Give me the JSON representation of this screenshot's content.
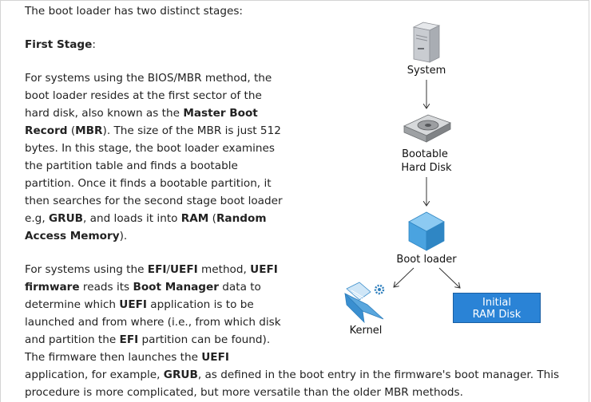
{
  "intro": "The boot loader has two distinct stages:",
  "first_stage": {
    "title": "First Stage",
    "colon": ":"
  },
  "para1": {
    "l1": "For systems using the BIOS/MBR method, the",
    "l2": "boot loader resides at the first sector of the",
    "l3a": "hard disk, also known as the ",
    "l3b": "Master Boot",
    "l4a": "Record",
    "l4b": " (",
    "l4c": "MBR",
    "l4d": "). The size of the MBR is just 512",
    "l5": "bytes. In this stage, the boot loader examines",
    "l6": "the partition table and finds a bootable",
    "l7": "partition. Once it finds a bootable partition, it",
    "l8": "then searches for the second stage boot loader",
    "l9a": "e.g, ",
    "l9b": "GRUB",
    "l9c": ", and loads it into ",
    "l9d": "RAM",
    "l9e": " (",
    "l9f": "Random",
    "l10a": "Access Memory",
    "l10b": ")."
  },
  "para2": {
    "l1a": "For systems using the ",
    "l1b": "EFI",
    "l1c": "/",
    "l1d": "UEFI",
    "l1e": " method, ",
    "l1f": "UEFI",
    "l2a": "firmware",
    "l2b": " reads its ",
    "l2c": "Boot Manager",
    "l2d": " data to",
    "l3a": "determine which ",
    "l3b": "UEFI",
    "l3c": " application is to be",
    "l4": "launched and from where (i.e., from which disk",
    "l5a": "and partition the ",
    "l5b": "EFI",
    "l5c": " partition can be found).",
    "l6a": "The firmware then launches the ",
    "l6b": "UEFI",
    "l7a": "application, for example, ",
    "l7b": "GRUB",
    "l7c": ", as defined in the boot entry in the firmware's boot manager. This",
    "l8": "procedure is more complicated, but more versatile than the older MBR methods."
  },
  "diagram": {
    "system": "System",
    "disk_l1": "Bootable",
    "disk_l2": "Hard Disk",
    "boot_loader": "Boot loader",
    "kernel": "Kernel",
    "ram_l1": "Initial",
    "ram_l2": "RAM Disk",
    "colors": {
      "server": "#bfc3c9",
      "disk": "#b4b6b8",
      "cube": "#4aa3e0",
      "folder": "#5aa7de",
      "ram_box": "#2a83d6"
    },
    "icons": [
      "server-icon",
      "hard-disk-icon",
      "cube-icon",
      "folder-gear-icon"
    ]
  }
}
